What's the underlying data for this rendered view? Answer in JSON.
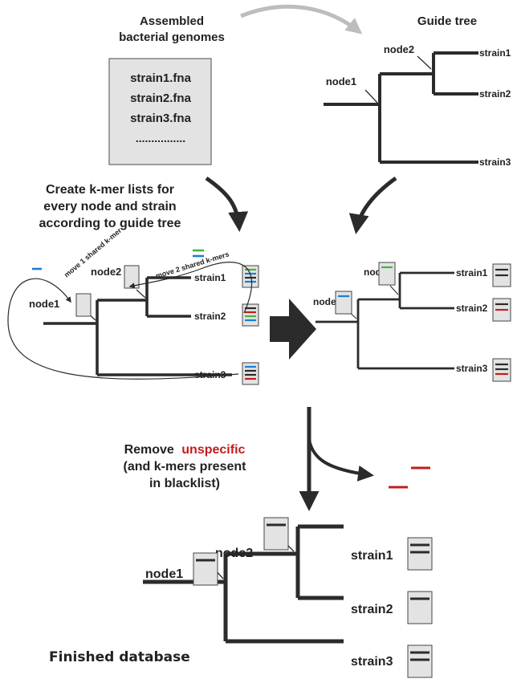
{
  "header": {
    "input_title_line1": "Assembled",
    "input_title_line2": "bacterial genomes",
    "guide_title": "Guide tree"
  },
  "input_files": [
    "strain1.fna",
    "strain2.fna",
    "strain3.fna",
    "................"
  ],
  "steps": {
    "create_line1": "Create k-mer lists for",
    "create_line2": "every node and strain",
    "create_line3": "according to guide tree",
    "remove_word": "Remove",
    "remove_highlight": "unspecific",
    "remove_line2": "(and k-mers present",
    "remove_line3": "in blacklist)",
    "finished": "Finished database"
  },
  "annotations": {
    "move1": "move 1 shared k-mer",
    "move2": "move 2 shared k-mers"
  },
  "trees": {
    "guide": {
      "node1": "node1",
      "node2": "node2",
      "strain1": "strain1",
      "strain2": "strain2",
      "strain3": "strain3"
    },
    "kmer": {
      "node1": "node1",
      "node2": "node2",
      "strain1": "strain1",
      "strain2": "strain2",
      "strain3": "strain3"
    },
    "moved": {
      "node1": "node1",
      "node2": "node2",
      "strain1": "strain1",
      "strain2": "strain2",
      "strain3": "strain3"
    },
    "final": {
      "node1": "node1",
      "node2": "node2",
      "strain1": "strain1",
      "strain2": "strain2",
      "strain3": "strain3"
    }
  },
  "colors": {
    "blue": "#1a7fd4",
    "green": "#3db83d",
    "red": "#c21e1e",
    "dark": "#2b2b2b",
    "doc_fill": "#e3e3e3",
    "arrow_gray": "#bdbdbd"
  }
}
